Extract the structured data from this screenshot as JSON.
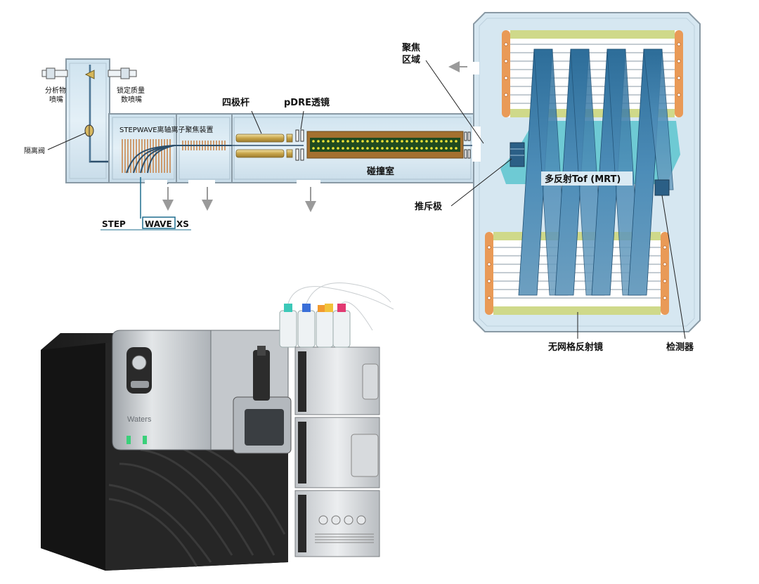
{
  "diagram": {
    "labels": {
      "analyte_sprayer_line1": "分析物",
      "analyte_sprayer_line2": "喷嘴",
      "lockmass_sprayer_line1": "锁定质量",
      "lockmass_sprayer_line2": "数喷嘴",
      "isolation_valve": "隔离阀",
      "stepwave_device": "STEPWAVE离轴离子聚焦装置",
      "quadrupole": "四极杆",
      "pdre_lens": "pDRE透镜",
      "collision_cell": "碰撞室",
      "focus_region_line1": "聚焦",
      "focus_region_line2": "区域",
      "pusher": "推斥极",
      "mrt": "多反射Tof (MRT)",
      "gridless_mirror": "无网格反射镜",
      "detector": "检测器"
    },
    "logo": {
      "part1": "STEP",
      "part2": "WAVE",
      "part3": "XS"
    }
  },
  "instrument_photo": {
    "brand": "Waters"
  },
  "colors": {
    "chamber_fill": "#d6e7f1",
    "chamber_stroke": "#8a9aa5",
    "copper": "#c9874e",
    "mirror_yellow": "#cfd98a",
    "mirror_orange": "#e99a57",
    "flight_blue": "#2f6f9a",
    "flight_teal": "#5cc4cf",
    "arrow_gray": "#9a9a9a"
  }
}
